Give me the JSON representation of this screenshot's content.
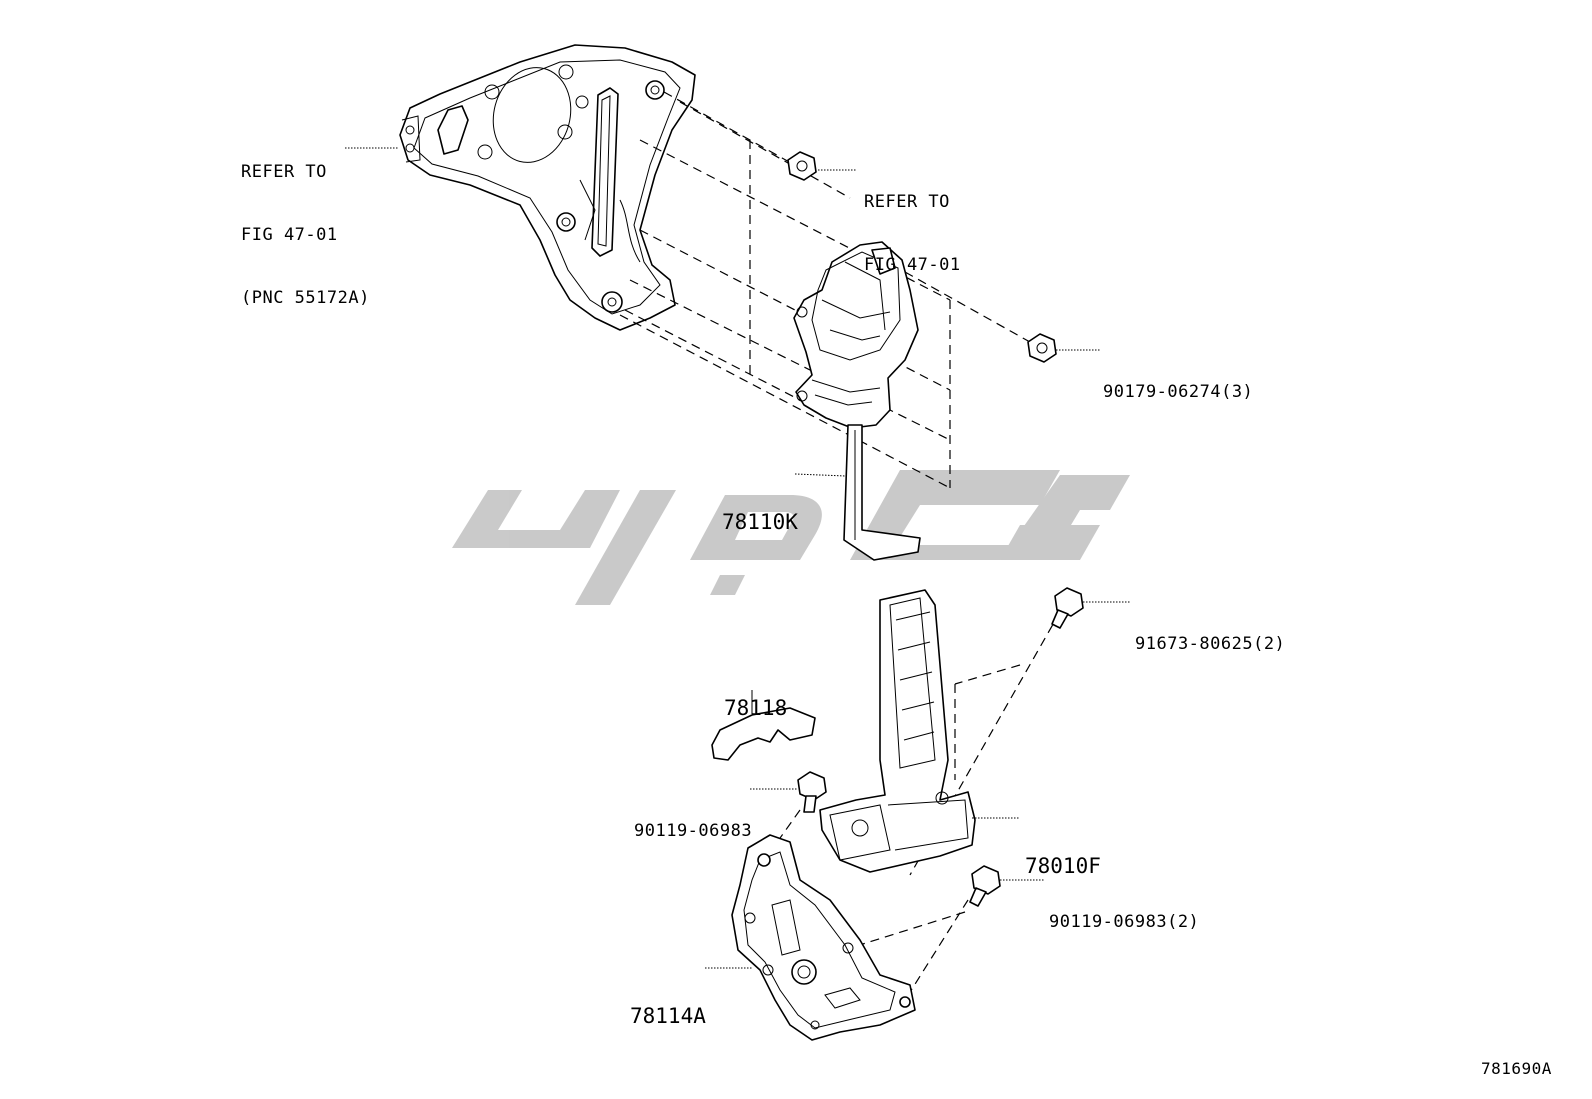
{
  "diagram": {
    "sheet_id": "781690A",
    "callouts": [
      {
        "id": "refer-fig-47-01-bracket",
        "lines": [
          "REFER TO",
          "FIG 47-01",
          "(PNC 55172A)"
        ]
      },
      {
        "id": "refer-fig-47-01-nut",
        "lines": [
          "REFER TO",
          "FIG 47-01"
        ]
      },
      {
        "id": "part-90179-06274",
        "lines": [
          "90179-06274(3)"
        ]
      },
      {
        "id": "part-78110K",
        "lines": [
          "78110K"
        ]
      },
      {
        "id": "part-91673-80625",
        "lines": [
          "91673-80625(2)"
        ]
      },
      {
        "id": "part-78118",
        "lines": [
          "78118"
        ]
      },
      {
        "id": "part-90119-06983-single",
        "lines": [
          "90119-06983"
        ]
      },
      {
        "id": "part-78010F",
        "lines": [
          "78010F"
        ]
      },
      {
        "id": "part-90119-06983-double",
        "lines": [
          "90119-06983(2)"
        ]
      },
      {
        "id": "part-78114A",
        "lines": [
          "78114A"
        ]
      }
    ]
  }
}
